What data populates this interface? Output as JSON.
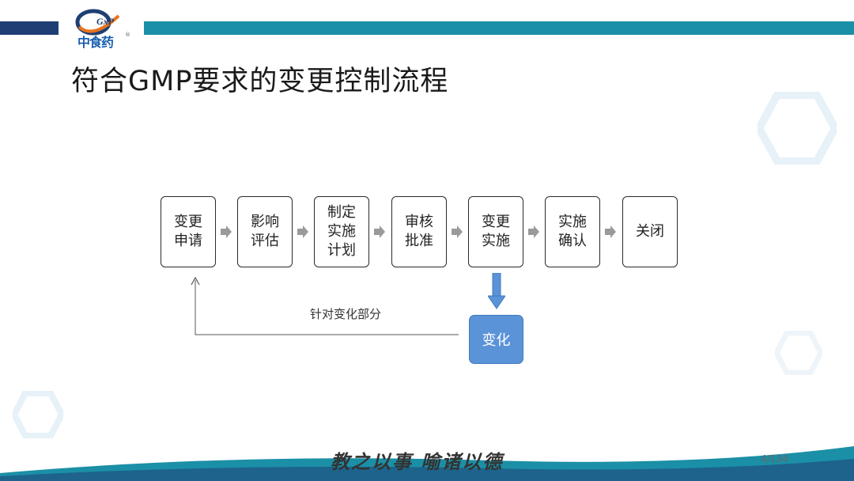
{
  "logo": {
    "gxp": "GxP",
    "name": "中食药",
    "reg": "®"
  },
  "slide": {
    "title": "符合GMP要求的变更控制流程"
  },
  "flow": {
    "steps": [
      {
        "label": "变更申请"
      },
      {
        "label": "影响评估"
      },
      {
        "label": "制定实施计划"
      },
      {
        "label": "审核批准"
      },
      {
        "label": "变更实施"
      },
      {
        "label": "实施确认"
      },
      {
        "label": "关闭"
      }
    ],
    "change_box": "变化",
    "loop_label": "针对变化部分"
  },
  "footer": {
    "motto": "教之以事 喻诸以德",
    "page": "4/134"
  },
  "colors": {
    "navy": "#1f3f74",
    "teal": "#1b8fa6",
    "accent_blue": "#5b93d8",
    "hex_light": "#e6f1f8"
  }
}
